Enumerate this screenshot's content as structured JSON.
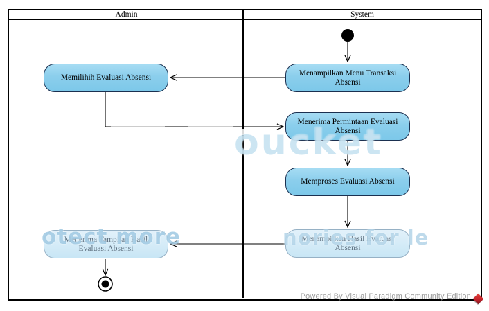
{
  "diagram": {
    "title_implicit": "Activity diagram",
    "lanes": [
      {
        "label": "Admin"
      },
      {
        "label": "System"
      }
    ],
    "nodes": [
      {
        "id": "memilih-evaluasi",
        "lane": "Admin",
        "label": "Memilihih Evaluasi Absensi"
      },
      {
        "id": "menu-transaksi",
        "lane": "System",
        "label": "Menampilkan Menu Transaksi Absensi"
      },
      {
        "id": "terima-permintaan",
        "lane": "System",
        "label": "Menerima Permintaan Evaluasi Absensi"
      },
      {
        "id": "proses-evaluasi",
        "lane": "System",
        "label": "Memproses Evaluasi Absensi"
      },
      {
        "id": "tampil-hasil",
        "lane": "System",
        "label": "Menampilkan Hasil Evaluasi Absensi"
      },
      {
        "id": "terima-tampilan",
        "lane": "Admin",
        "label": "Menerima Tampilan Hasil Evaluasi Absensi"
      }
    ],
    "colors": {
      "node_fill": "#8bceec",
      "node_border": "#1b3050",
      "faded_node_fill": "#c8e6f5",
      "faded_node_border": "#96b1c5",
      "line": "#000000"
    }
  },
  "watermark": {
    "mid_fragment": "oucket",
    "bottom_left_fragment": "otect more",
    "bottom_right_fragment": "nories for le"
  },
  "footer": {
    "credit": "Powered By Visual Paradigm Community Edition",
    "logo_color": "#c3232c"
  }
}
